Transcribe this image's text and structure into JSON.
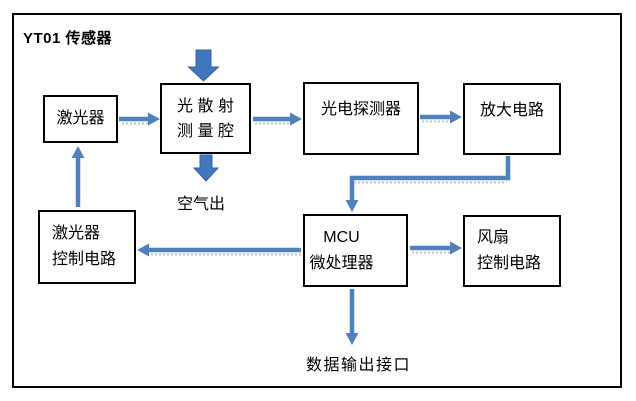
{
  "diagram": {
    "title": "YT01 传感器",
    "boxes": {
      "laser": {
        "line1": "激光器"
      },
      "chamber": {
        "line1": "光 散 射",
        "line2": "测 量 腔"
      },
      "detector": {
        "line1": "光电探测器"
      },
      "amplifier": {
        "line1": "放大电路"
      },
      "laser_ctrl": {
        "line1": "激光器",
        "line2": "控制电路"
      },
      "mcu": {
        "line1": "MCU",
        "line2": "微处理器"
      },
      "fan_ctrl": {
        "line1": "风扇",
        "line2": "控制电路"
      }
    },
    "labels": {
      "air_out": "空气出",
      "data_out": "数据输出接口"
    },
    "colors": {
      "arrow": "#4f81bd",
      "block_arrow": "#4177bf",
      "block_arrow_edge": "#3a62a0",
      "box_border": "#000000",
      "background": "#ffffff"
    },
    "connections": [
      {
        "from": "air-inlet",
        "to": "chamber",
        "style": "block-arrow-down"
      },
      {
        "from": "laser",
        "to": "chamber",
        "style": "arrow-right"
      },
      {
        "from": "chamber",
        "to": "detector",
        "style": "arrow-right"
      },
      {
        "from": "detector",
        "to": "amplifier",
        "style": "arrow-right"
      },
      {
        "from": "chamber",
        "to": "air_out",
        "style": "block-arrow-down"
      },
      {
        "from": "amplifier",
        "to": "mcu",
        "style": "elbow-arrow-down"
      },
      {
        "from": "mcu",
        "to": "laser_ctrl",
        "style": "arrow-left"
      },
      {
        "from": "laser_ctrl",
        "to": "laser",
        "style": "arrow-up"
      },
      {
        "from": "mcu",
        "to": "fan_ctrl",
        "style": "arrow-right"
      },
      {
        "from": "mcu",
        "to": "data_out",
        "style": "arrow-down"
      }
    ]
  }
}
